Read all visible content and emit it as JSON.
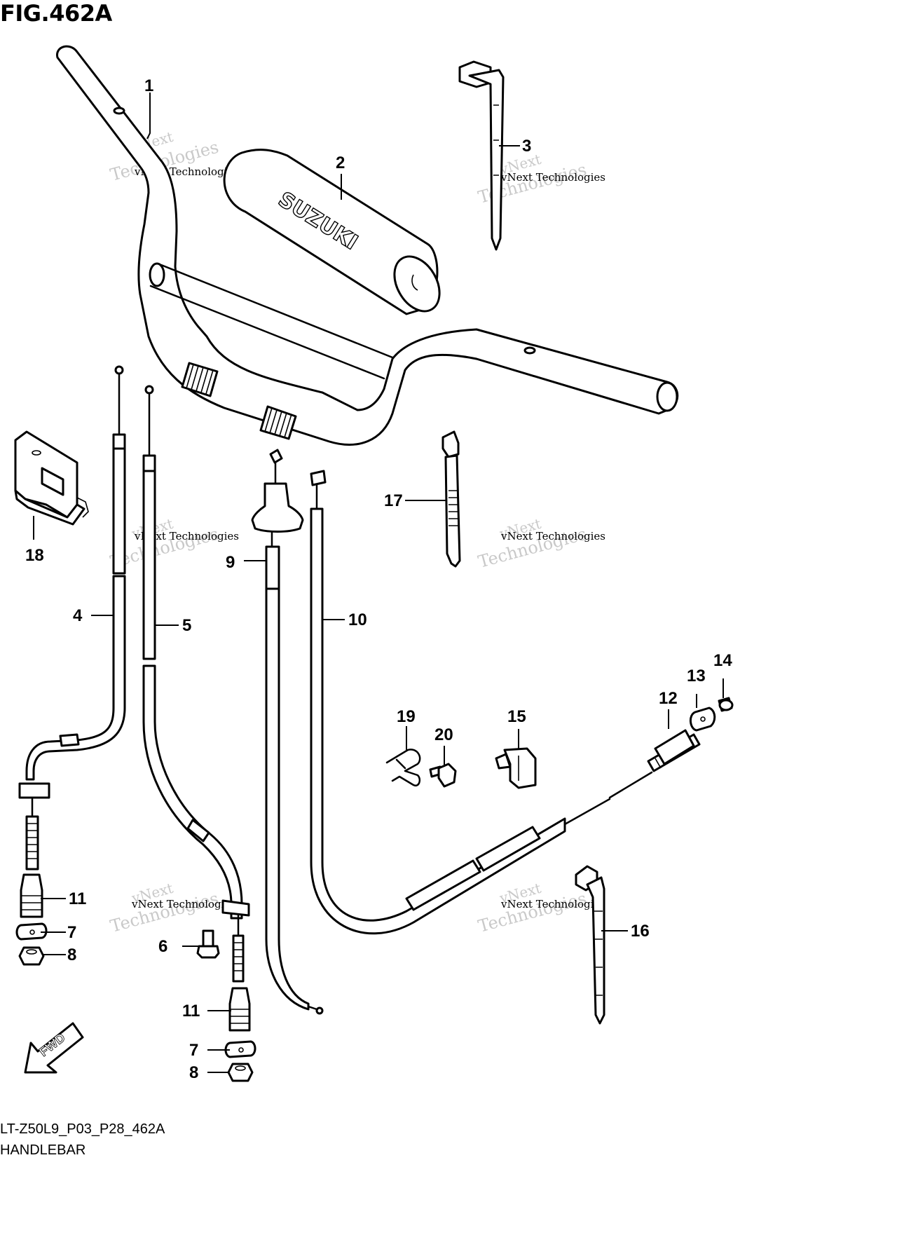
{
  "figure": {
    "title": "FIG.462A",
    "code": "LT-Z50L9_P03_P28_462A",
    "name": "HANDLEBAR"
  },
  "brand_text": "SUZUKI",
  "fwd_label": "FWD",
  "watermark": {
    "line1": "vNext",
    "line2": "vNext Technologies",
    "line3": "Technologies"
  },
  "callouts": [
    "1",
    "2",
    "3",
    "4",
    "5",
    "6",
    "7",
    "8",
    "9",
    "10",
    "11",
    "12",
    "13",
    "14",
    "15",
    "16",
    "17",
    "18",
    "19",
    "20",
    "11",
    "7",
    "8"
  ]
}
